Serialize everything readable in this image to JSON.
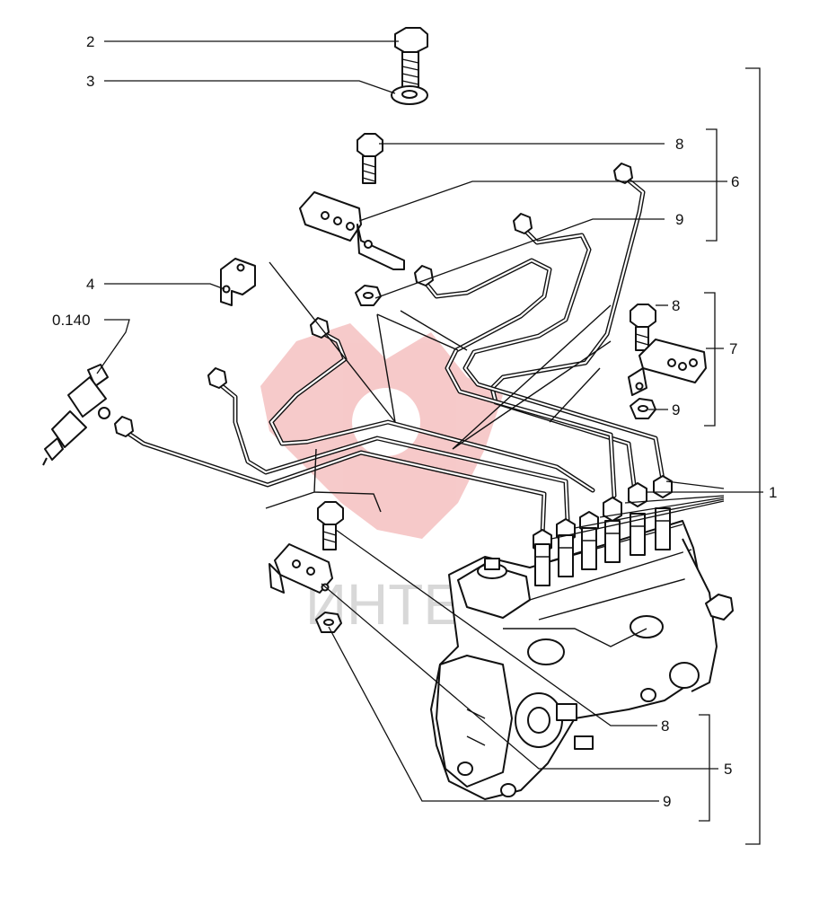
{
  "callouts": {
    "c2": "2",
    "c3": "3",
    "c8a": "8",
    "c6": "6",
    "c9a": "9",
    "c4": "4",
    "c0140": "0.140",
    "c8b": "8",
    "c7": "7",
    "c9b": "9",
    "c1": "1",
    "c8c": "8",
    "c5": "5",
    "c9c": "9"
  },
  "watermark": {
    "text": "ИНТЕР",
    "color": "#e04040"
  }
}
